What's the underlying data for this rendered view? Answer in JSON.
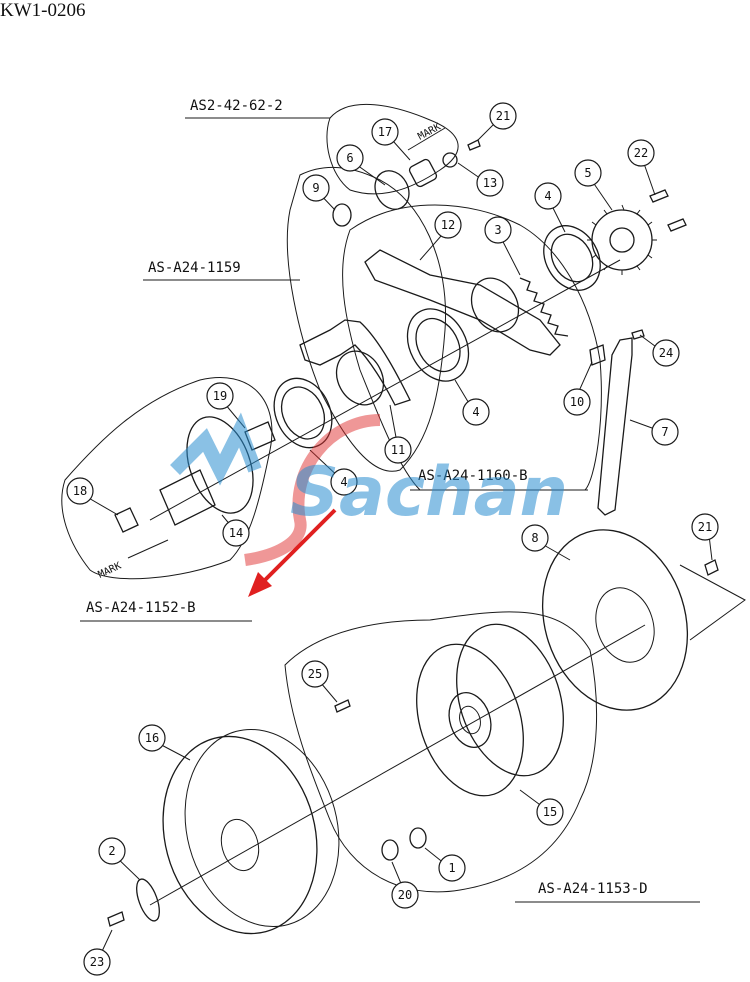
{
  "header": {
    "title": "KW1-0206"
  },
  "assemblies": {
    "a1": "AS2-42-62-2",
    "a2": "AS-A24-1159",
    "a3": "AS-A24-1160-B",
    "a4": "AS-A24-1152-B",
    "a5": "AS-A24-1153-D"
  },
  "marks": {
    "upper": "MARK",
    "lower": "MARK"
  },
  "callouts": [
    "21",
    "17",
    "6",
    "13",
    "22",
    "5",
    "4",
    "9",
    "12",
    "3",
    "24",
    "10",
    "4",
    "7",
    "19",
    "11",
    "4",
    "18",
    "14",
    "8",
    "21",
    "25",
    "16",
    "15",
    "2",
    "1",
    "20",
    "23"
  ],
  "watermark": {
    "text": "Sachan",
    "colors": {
      "blue": "#2a8ed0",
      "red": "#e03030"
    }
  }
}
